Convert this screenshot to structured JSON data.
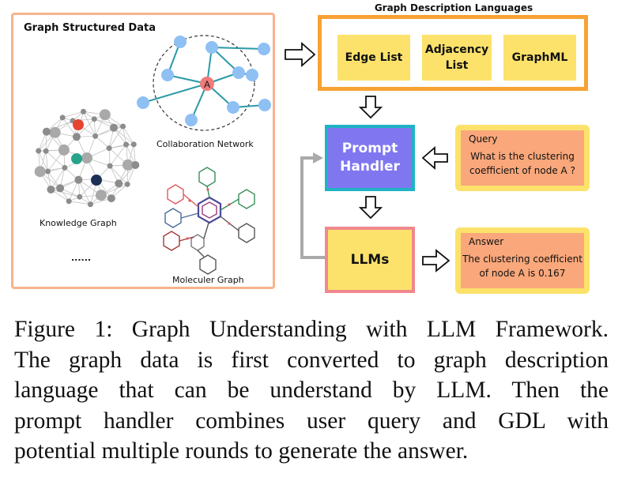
{
  "left_panel": {
    "title": "Graph Structured Data",
    "collab_label": "Collaboration Network",
    "node_a_label": "A",
    "knowledge_label": "Knowledge Graph",
    "ellipsis": "......",
    "molecule_label": "Moleculer Graph"
  },
  "gdl": {
    "title": "Graph Description Languages",
    "items": [
      "Edge List",
      "Adjacency List",
      "GraphML"
    ]
  },
  "prompt_handler": {
    "label_line1": "Prompt",
    "label_line2": "Handler"
  },
  "llm": {
    "label": "LLMs"
  },
  "query": {
    "heading": "Query",
    "line1": "What is the clustering",
    "line2": "coefficient of node A ?"
  },
  "answer": {
    "heading": "Answer",
    "line1": "The clustering coefficient",
    "line2": "of node A is 0.167"
  },
  "caption": {
    "lines": [
      "Figure 1: Graph Understanding with LLM Framework.",
      "The graph data is first converted to graph description",
      "language that can be understand by LLM. Then the",
      "prompt handler combines user query and GDL with",
      "potential multiple rounds to generate the answer."
    ]
  },
  "colors": {
    "panel_border": "#f7b38d",
    "gdl_border": "#f7a234",
    "yellow": "#fce26b",
    "prompt_fill": "#8077f0",
    "prompt_border": "#1fb3c4",
    "llm_border": "#f0888d",
    "salmon": "#f9a77b",
    "blue_node": "#8ec0f4",
    "teal_edge": "#2a9aa7",
    "node_a": "#f07b7b"
  }
}
